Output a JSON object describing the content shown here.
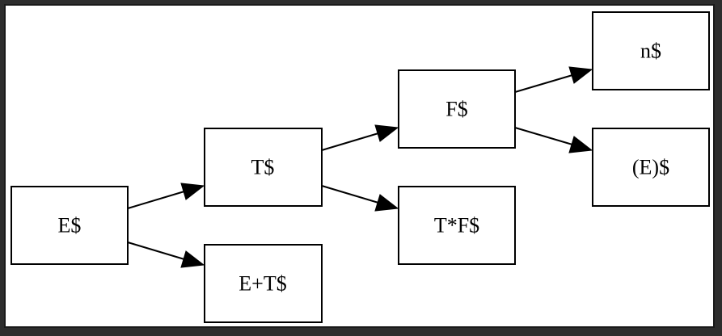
{
  "diagram": {
    "nodes": [
      {
        "id": "E",
        "label": "E$"
      },
      {
        "id": "ET",
        "label": "E+T$"
      },
      {
        "id": "T",
        "label": "T$"
      },
      {
        "id": "TF",
        "label": "T*F$"
      },
      {
        "id": "F",
        "label": "F$"
      },
      {
        "id": "n",
        "label": "n$"
      },
      {
        "id": "paren",
        "label": "(E)$"
      }
    ],
    "edges": [
      {
        "from": "E",
        "to": "T"
      },
      {
        "from": "E",
        "to": "ET"
      },
      {
        "from": "T",
        "to": "F"
      },
      {
        "from": "T",
        "to": "TF"
      },
      {
        "from": "F",
        "to": "n"
      },
      {
        "from": "F",
        "to": "paren"
      }
    ]
  }
}
